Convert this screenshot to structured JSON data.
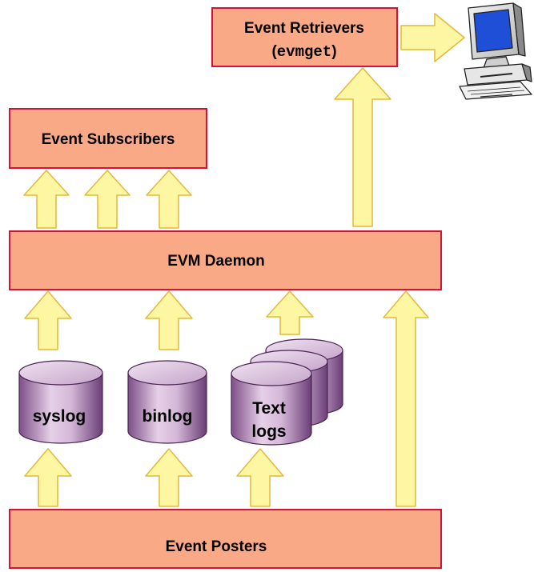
{
  "boxes": {
    "retrievers": {
      "label_line1": "Event Retrievers",
      "label_line2_open": "(",
      "label_line2_cmd": "evmget",
      "label_line2_close": ")"
    },
    "subscribers": {
      "label": "Event Subscribers"
    },
    "daemon": {
      "label": "EVM Daemon"
    },
    "posters": {
      "label": "Event Posters"
    }
  },
  "logs": {
    "syslog": "syslog",
    "binlog": "binlog",
    "text_line1": "Text",
    "text_line2": "logs"
  },
  "icons": {
    "terminal": "computer-terminal-icon"
  },
  "colors": {
    "box_fill": "#f9a986",
    "box_border": "#d2133a",
    "arrow_fill": "#fdf6a3",
    "arrow_stroke": "#e4b93a",
    "cylinder_light": "#dcc3de",
    "cylinder_dark": "#7d4f88"
  }
}
